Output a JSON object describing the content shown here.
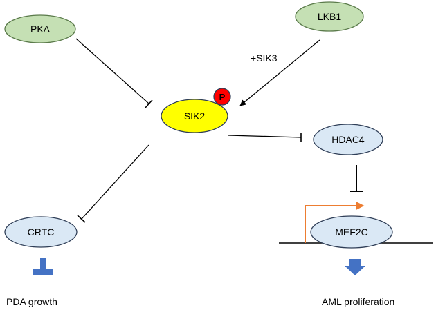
{
  "nodes": {
    "pka": {
      "label": "PKA",
      "fill": "#c5e0b4",
      "stroke": "#5a7a4a"
    },
    "lkb1": {
      "label": "LKB1",
      "fill": "#c5e0b4",
      "stroke": "#5a7a4a"
    },
    "sik2": {
      "label": "SIK2",
      "fill": "#ffff00",
      "stroke": "#2f3e57"
    },
    "hdac4": {
      "label": "HDAC4",
      "fill": "#dae8f5",
      "stroke": "#2f3e57"
    },
    "crtc": {
      "label": "CRTC",
      "fill": "#dae8f5",
      "stroke": "#2f3e57"
    },
    "mef2c": {
      "label": "MEF2C",
      "fill": "#dae8f5",
      "stroke": "#2f3e57"
    }
  },
  "phospho": {
    "label": "P",
    "fill": "#ff0000",
    "stroke": "#2f3e57"
  },
  "labels": {
    "sik3": "+SIK3",
    "pda_growth": "PDA growth",
    "aml_proliferation": "AML proliferation"
  },
  "colors": {
    "edge": "#000000",
    "outcome_arrow": "#4472c4",
    "promoter_arrow": "#ed7d31"
  }
}
